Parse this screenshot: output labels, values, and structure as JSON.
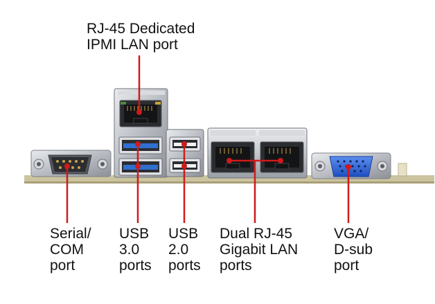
{
  "colors": {
    "leader": "#d01a1a",
    "board": "#c9c2a0",
    "metal": "#c4c7cc",
    "usb3": "#2f6fd0",
    "vga": "#2a5fd6",
    "text": "#111111"
  },
  "labels": {
    "ipmi": [
      "RJ-45 Dedicated",
      "IPMI LAN port"
    ],
    "serial": [
      "Serial/",
      "COM",
      "port"
    ],
    "usb3": [
      "USB",
      "3.0",
      "ports"
    ],
    "usb2": [
      "USB",
      "2.0",
      "ports"
    ],
    "lan": [
      "Dual RJ-45",
      "Gigabit LAN",
      "ports"
    ],
    "vga": [
      "VGA/",
      "D-sub",
      "port"
    ]
  },
  "icons": {
    "serial": "db9-serial-connector-icon",
    "ipmi": "rj45-jack-icon",
    "usb3": "usb3-port-icon",
    "usb2": "usb2-port-icon",
    "lan": "rj45-jack-icon",
    "vga": "vga-dsub-connector-icon"
  }
}
